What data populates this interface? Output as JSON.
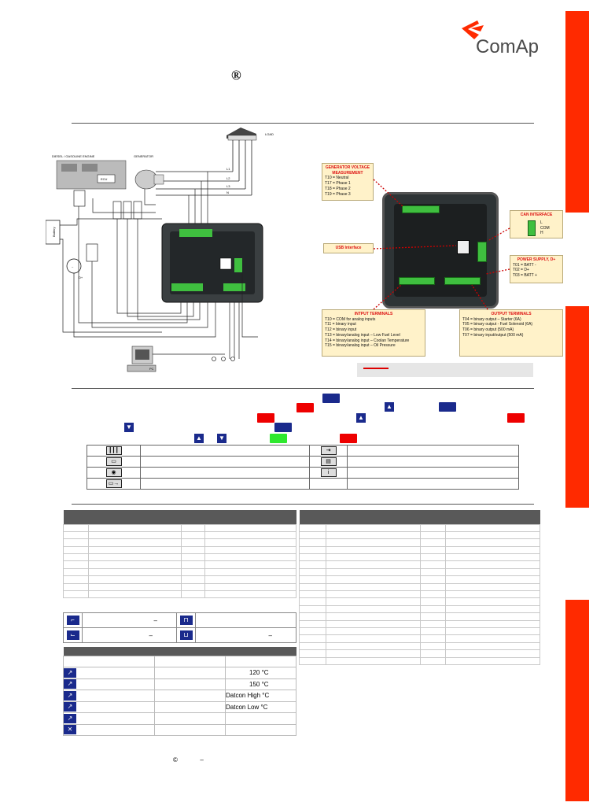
{
  "brand": {
    "name": "ComAp",
    "accent": "#ff2a00",
    "navy": "#1a2a8c"
  },
  "header": {
    "registered_mark": "®"
  },
  "diagram": {
    "load_label": "LOAD",
    "engine_label": "DIESEL / GASOLINE ENGINE",
    "generator_label": "GENERATOR",
    "ecu_label": "ECU",
    "battery_label": "Battery",
    "pc_label": "PC",
    "phase_labels": [
      "L1",
      "L2",
      "L3",
      "N"
    ],
    "d_plus": "D+"
  },
  "callouts": {
    "gen_voltage": {
      "title": "GENERATOR VOLTAGE MEASUREMENT",
      "lines": [
        "T10 = Neutral",
        "T17 = Phase 1",
        "T18 = Phase 2",
        "T19 = Phase 3"
      ]
    },
    "can": {
      "title": "CAN INTERFACE",
      "lines": [
        "L",
        "COM",
        "H"
      ]
    },
    "usb": {
      "title": "USB Interface"
    },
    "power": {
      "title": "POWER SUPPLY, D+",
      "lines": [
        "T01 = BATT -",
        "T02 = D+",
        "T03 = BATT +"
      ]
    },
    "inputs": {
      "title": "INTPUT TERMINALS",
      "lines": [
        "T10 = COM for analog inputs",
        "T11 = binary input",
        "T12 = binary input",
        "T13 = binary/analog input – Low Fuel Level",
        "T14 = binary/analog input – Coolan Temperature",
        "T15 = binary/analog input – Oil Pressure"
      ]
    },
    "outputs": {
      "title": "OUTPUT TERMINALS",
      "lines": [
        "T04 = binary output – Starter (6A)",
        "T05 = binary output - Fuel Solenoid (6A)",
        "T06 = binary output (500 mA)",
        "T07 = binary input/output (500 mA)"
      ]
    }
  },
  "sensor_values": [
    "120 °C",
    "150 °C",
    "Datcon High °C",
    "Datcon Low °C"
  ],
  "footer": {
    "copyright": "©",
    "dash": "–"
  },
  "dash": "–"
}
